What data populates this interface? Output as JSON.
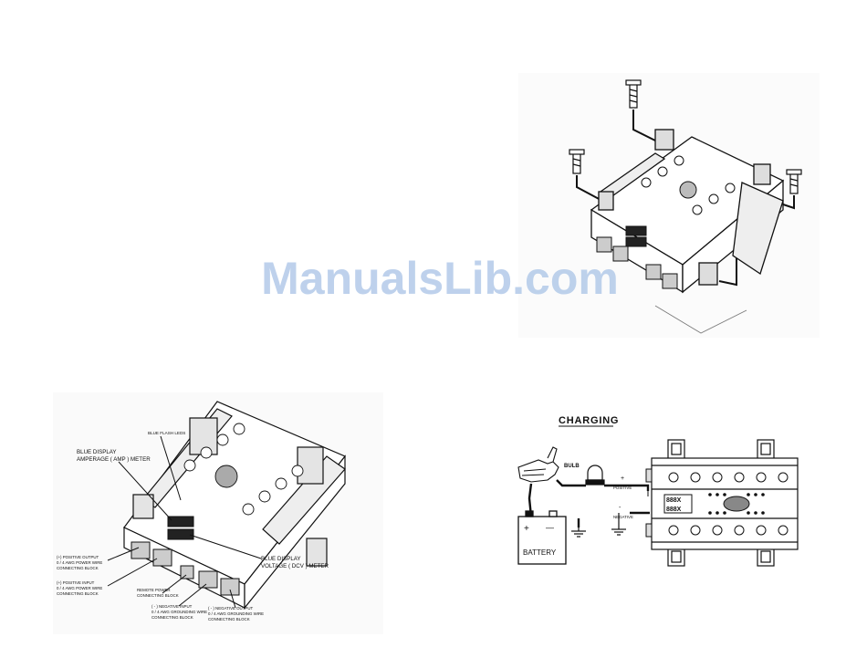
{
  "watermark": "ManualsLib.com",
  "labels_diagram": {
    "blue_flash_leds": "BLUE FLASH LEDS",
    "blue_display_amp_1": "BLUE DISPLAY",
    "blue_display_amp_2": "AMPERAGE ( AMP ) METER",
    "blue_display_volt_1": "BLUE DISPLAY",
    "blue_display_volt_2": "VOLTAGE ( DCV ) METER",
    "pos_output_1": "(+) POSITIVE OUTPUT",
    "pos_output_2": "0 / 4 AWG POWER WIRE",
    "pos_output_3": "CONNECTING BLOCK",
    "pos_input_1": "(+) POSITIVE INPUT",
    "pos_input_2": "0 / 4 AWG POWER WIRE",
    "pos_input_3": "CONNECTING BLOCK",
    "remote_1": "REMOTE POWER",
    "remote_2": "CONNECTING BLOCK",
    "neg_input_1": "( - ) NEGATIVE INPUT",
    "neg_input_2": "0 / 4 AWG GROUNDING WIRE",
    "neg_input_3": "CONNECTING BLOCK",
    "neg_output_1": "( - ) NEGATIVE OUTPUT",
    "neg_output_2": "0 / 4 AWG GROUNDING WIRE",
    "neg_output_3": "CONNECTING BLOCK"
  },
  "labels_charging": {
    "title": "CHARGING",
    "bulb": "BULB",
    "positive_sign": "+",
    "positive": "POSITIVE",
    "negative_sign": "-",
    "negative": "NEGATIVE",
    "battery": "BATTERY",
    "batt_plus": "+",
    "batt_minus": "—",
    "display_top": "888X",
    "display_bottom": "888X"
  }
}
